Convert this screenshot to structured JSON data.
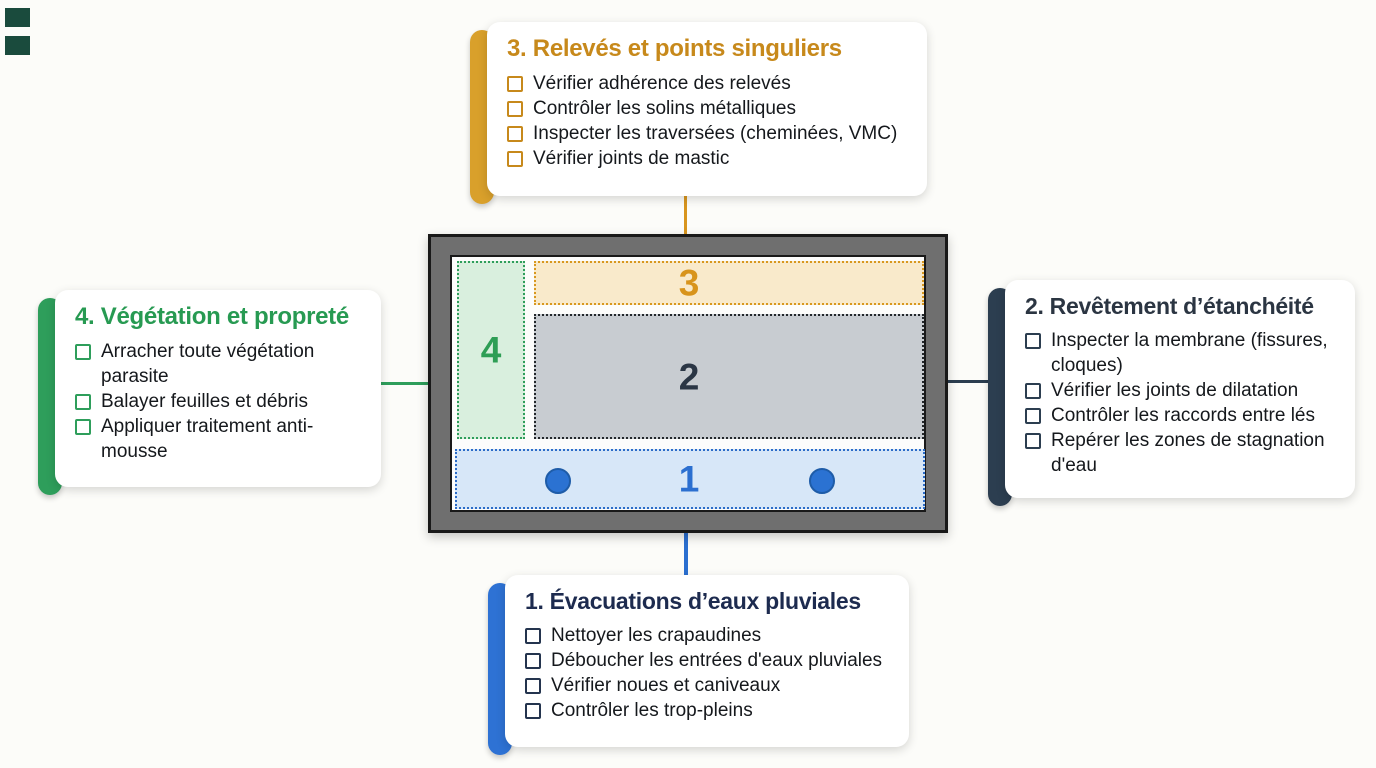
{
  "page": {
    "background": "#FCFCF9"
  },
  "decor": {
    "corner_square_color": "#1A4B3D"
  },
  "cards": {
    "releves": {
      "title": "3. Relevés et points singuliers",
      "accent": "#D9A02B",
      "title_color": "#C7891B",
      "items": [
        "Vérifier adhérence des relevés",
        "Contrôler les solins métalliques",
        "Inspecter les traversées (cheminées, VMC)",
        "Vérifier joints de mastic"
      ]
    },
    "vegetation": {
      "title": "4. Végétation et propreté",
      "accent": "#2E9E5B",
      "title_color": "#279A52",
      "items": [
        "Arracher toute végétation parasite",
        "Balayer feuilles et débris",
        "Appliquer traitement anti-mousse"
      ]
    },
    "revetement": {
      "title": "2. Revêtement d’étanchéité",
      "accent": "#2C3E50",
      "title_color": "#2B3542",
      "items": [
        "Inspecter la membrane (fissures, cloques)",
        "Vérifier les joints de dilatation",
        "Contrôler les raccords entre lés",
        "Repérer les zones de stagnation d'eau"
      ]
    },
    "evacuations": {
      "title": "1. Évacuations d’eaux pluviales",
      "accent": "#2E72D4",
      "title_color": "#1D2B4F",
      "items": [
        "Nettoyer les crapaudines",
        "Déboucher les entrées d'eaux pluviales",
        "Vérifier noues et caniveaux",
        "Contrôler les trop-pleins"
      ]
    }
  },
  "roof": {
    "frame_color": "#6F6F6F",
    "zones": {
      "z1": {
        "label": "1",
        "fill": "#D7E7F8",
        "border": "#2B6CC8"
      },
      "z2": {
        "label": "2",
        "fill": "#C8CCD1",
        "border": "#23272B"
      },
      "z3": {
        "label": "3",
        "fill": "#F9EACB",
        "border": "#D8981F"
      },
      "z4": {
        "label": "4",
        "fill": "#D9EFDE",
        "border": "#2E9E5B"
      }
    },
    "drain_count": 2
  },
  "connectors": {
    "top": "#D8951E",
    "left": "#2E9E5B",
    "right": "#2C3E50",
    "bottom": "#2B6FD0"
  }
}
